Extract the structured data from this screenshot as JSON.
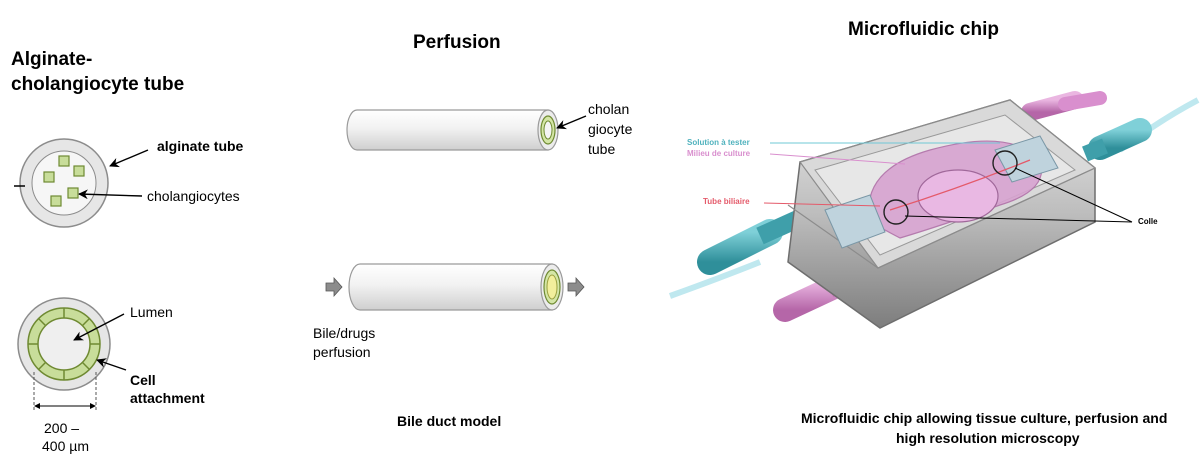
{
  "left_panel": {
    "title_line1": "Alginate-",
    "title_line2": "cholangiocyte tube",
    "label_alginate_tube": "alginate tube",
    "label_cholangiocytes": "cholangiocytes",
    "label_lumen": "Lumen",
    "label_cell_line1": "Cell",
    "label_cell_line2": "attachment",
    "dimension_line1": "200 –",
    "dimension_line2": "400 µm"
  },
  "middle_panel": {
    "title": "Perfusion",
    "tube_label_line1": "cholan",
    "tube_label_line2": "giocyte",
    "tube_label_line3": "tube",
    "perfusion_label_line1": "Bile/drugs",
    "perfusion_label_line2": "perfusion",
    "caption": "Bile duct model"
  },
  "right_panel": {
    "title": "Microfluidic chip",
    "label_solution": "Solution à tester",
    "label_milieu": "Milieu de culture",
    "label_tube_biliaire": "Tube biliaire",
    "label_colle": "Colle",
    "caption_line1": "Microfluidic chip allowing tissue culture, perfusion and",
    "caption_line2": "high resolution microscopy"
  },
  "colors": {
    "cell_green": "#c8dd9a",
    "cell_border": "#6f8a32",
    "lumen_yellow": "#f2ef9c",
    "tube_gray": "#ececec",
    "teal": "#4fb2bd",
    "pink": "#d98fce",
    "cyan_line": "#6fc8d6"
  }
}
